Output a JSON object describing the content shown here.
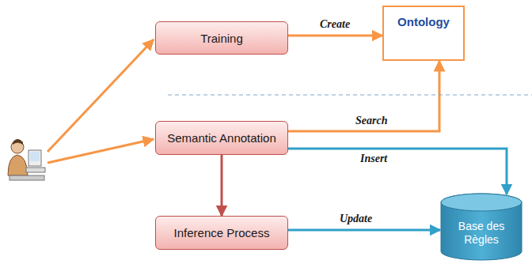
{
  "diagram": {
    "nodes": [
      {
        "text": [
          "Training"
        ]
      },
      {
        "text": [
          "Ontology"
        ]
      },
      {
        "text": [
          "Semantic Annotation"
        ]
      },
      {
        "text": [
          "Inference Process"
        ]
      },
      {
        "text": [
          "Base des Règles"
        ]
      }
    ],
    "edges": [
      {
        "from": 0,
        "to": 1,
        "label": "Create",
        "arrow": "to"
      },
      {
        "from": 2,
        "to": 1,
        "label": "Search",
        "arrow": "to"
      },
      {
        "from": 2,
        "to": 4,
        "label": "Insert",
        "arrow": "to"
      },
      {
        "from": 2,
        "to": 3,
        "arrow": "to"
      },
      {
        "from": 3,
        "to": 4,
        "label": "Update",
        "arrow": "to"
      }
    ]
  }
}
